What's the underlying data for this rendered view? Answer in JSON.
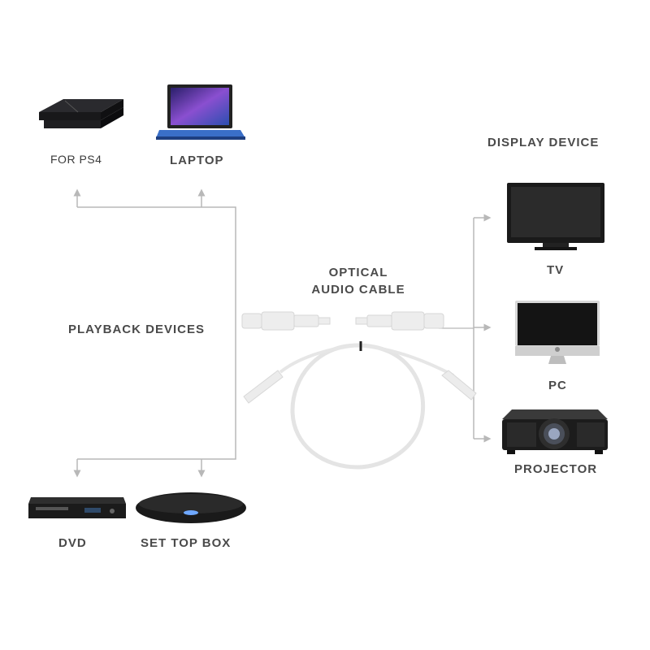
{
  "labels": {
    "ps4": "FOR PS4",
    "laptop": "LAPTOP",
    "display_device": "DISPLAY DEVICE",
    "tv": "TV",
    "pc": "PC",
    "projector": "PROJECTOR",
    "playback_devices": "PLAYBACK DEVICES",
    "dvd": "DVD",
    "set_top_box": "SET TOP BOX",
    "cable_line1": "OPTICAL",
    "cable_line2": "AUDIO CABLE"
  },
  "colors": {
    "line": "#b8b8b8",
    "text": "#4a4a4a",
    "device_dark": "#1d1d1f",
    "screen_blue": "#6a3fb0",
    "cable": "#e6e6e6"
  }
}
